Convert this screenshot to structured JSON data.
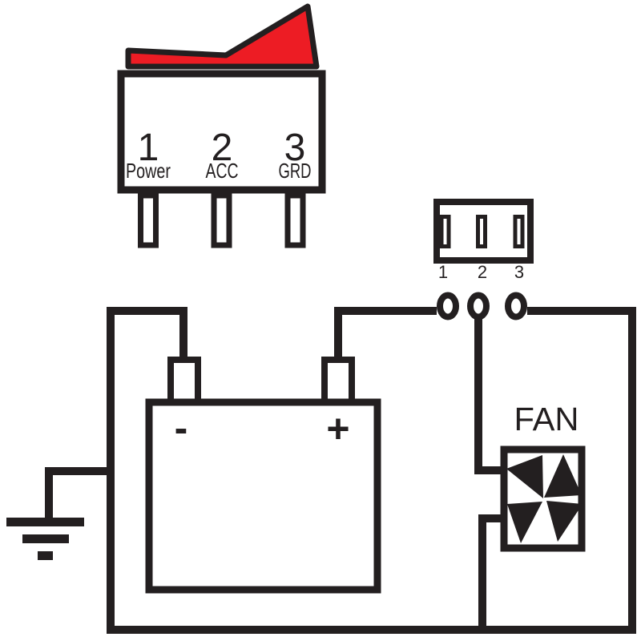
{
  "colors": {
    "ink": "#231f20",
    "red": "#ed1c24",
    "paper": "#ffffff"
  },
  "rocker_switch": {
    "pins": [
      {
        "number": "1",
        "label": "Power"
      },
      {
        "number": "2",
        "label": "ACC"
      },
      {
        "number": "3",
        "label": "GRD"
      }
    ]
  },
  "connector": {
    "pin_labels": [
      "1",
      "2",
      "3"
    ]
  },
  "battery": {
    "negative_label": "-",
    "positive_label": "+"
  },
  "fan": {
    "label": "FAN"
  },
  "icons": {
    "rocker_icon": "red-rocker-actuator",
    "fan_blades_icon": "pinwheel-4-triangle-blades",
    "ground_icon": "3-bar-earth-ground",
    "ring_terminal_icon": "open-circle-ring-terminal"
  }
}
